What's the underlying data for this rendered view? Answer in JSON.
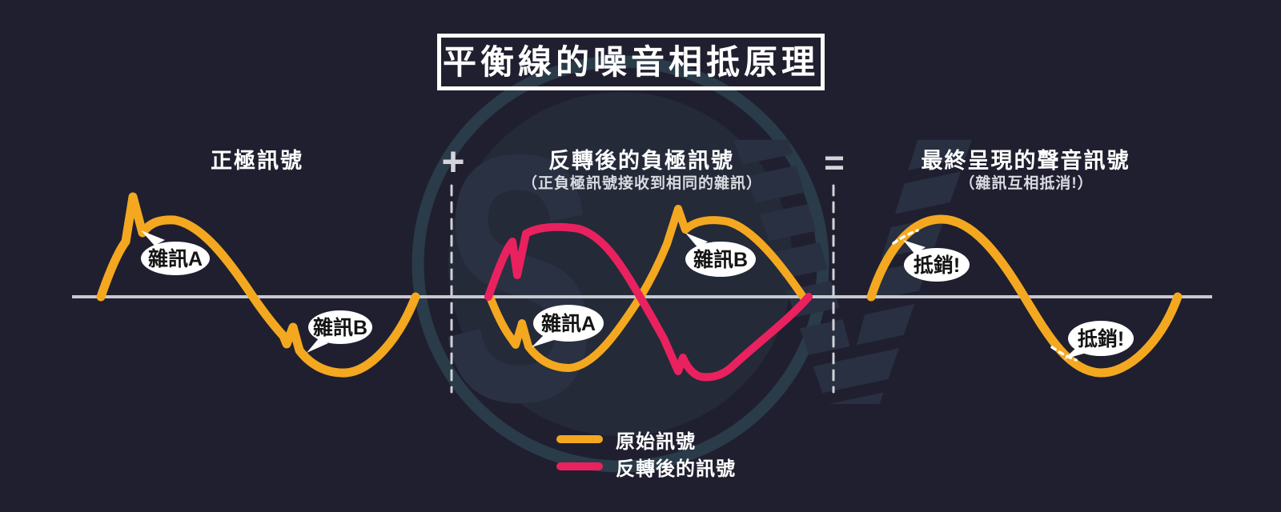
{
  "title": "平衡線的噪音相抵原理",
  "sections": [
    {
      "heading": "正極訊號"
    },
    {
      "heading": "反轉後的負極訊號",
      "subheading": "（正負極訊號接收到相同的雜訊）"
    },
    {
      "heading": "最終呈現的聲音訊號",
      "subheading": "（雜訊互相抵消!）"
    }
  ],
  "operators": {
    "plus": "+",
    "equals": "="
  },
  "bubbles": {
    "noise_a_left": "雜訊A",
    "noise_b_left": "雜訊B",
    "noise_a_mid": "雜訊A",
    "noise_b_mid": "雜訊B",
    "cancel_left": "抵銷!",
    "cancel_right": "抵銷!"
  },
  "legend": [
    {
      "label": "原始訊號",
      "color": "#F4A820"
    },
    {
      "label": "反轉後的訊號",
      "color": "#E9215F"
    }
  ],
  "watermark_letters": {
    "s": "S",
    "v": "V"
  },
  "colors": {
    "background": "#201F2F",
    "original_signal": "#F4A820",
    "inverted_signal": "#E9215F",
    "zero_line": "#C8C9D0",
    "divider": "#D0D2D8",
    "bubble_fill": "#FFFFFF",
    "bubble_text": "#141414",
    "cancel_marks": "#FFFFFF"
  }
}
